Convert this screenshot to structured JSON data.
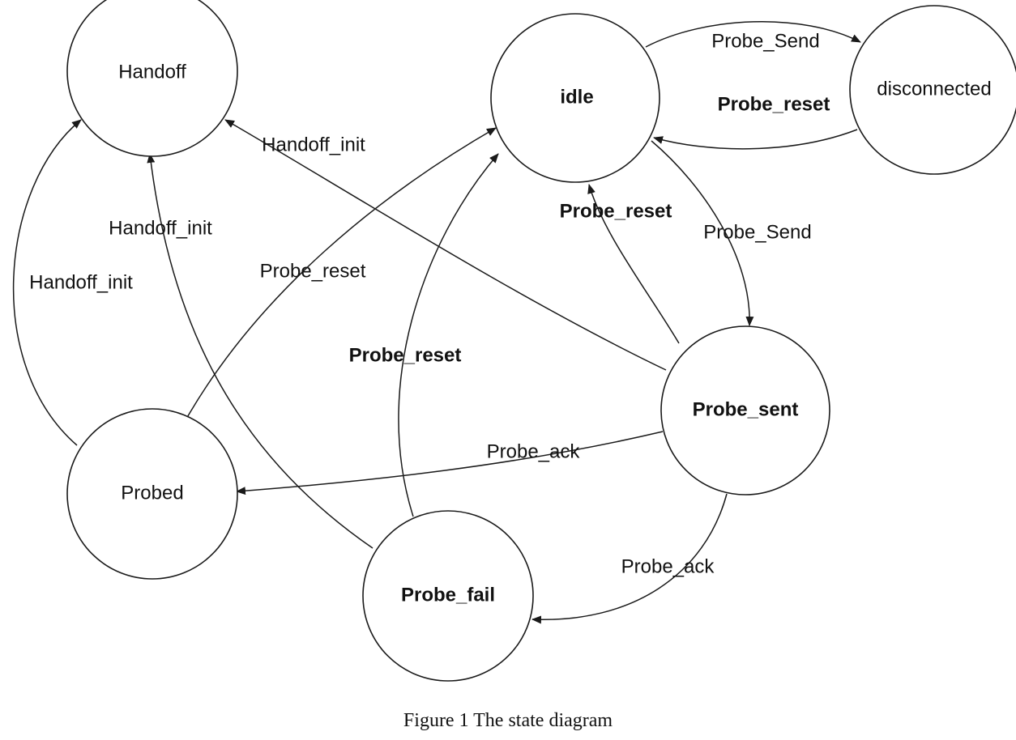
{
  "states": {
    "handoff": "Handoff",
    "idle": "idle",
    "disconnected": "disconnected",
    "probe_sent": "Probe_sent",
    "probed": "Probed",
    "probe_fail": "Probe_fail"
  },
  "transitions": {
    "idle_to_disconnected": "Probe_Send",
    "disconnected_to_idle": "Probe_reset",
    "probe_sent_to_handoff": "Handoff_init",
    "probe_sent_to_idle": "Probe_reset",
    "idle_to_probe_sent": "Probe_Send",
    "probe_fail_to_handoff": "Handoff_init",
    "probed_to_handoff": "Handoff_init",
    "probed_to_idle": "Probe_reset",
    "probe_fail_to_idle": "Probe_reset",
    "probe_sent_to_probed": "Probe_ack",
    "probe_sent_to_probe_fail": "Probe_ack"
  },
  "caption": "Figure 1 The state diagram"
}
